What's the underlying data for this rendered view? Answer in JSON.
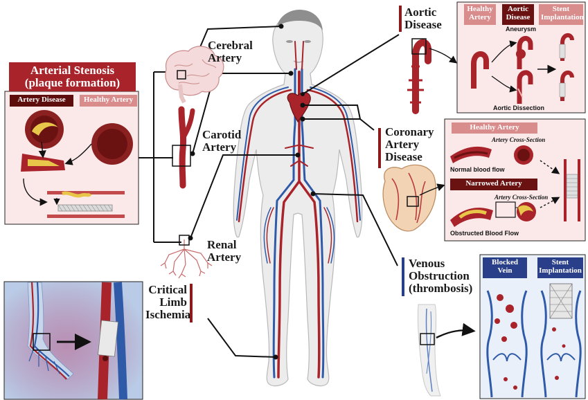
{
  "colors": {
    "artery": "#a8232a",
    "vein": "#2f5aa8",
    "dark_red": "#7a1c1c",
    "pink_tag": "#d98c8c",
    "panel_bg": "#fbe9ea",
    "body_fill": "#eeeeee",
    "label_bar_red": "#8b1a1a",
    "label_bar_blue": "#2a3f8a"
  },
  "labels": {
    "cerebral": "Cerebral Artery",
    "carotid": "Carotid Artery",
    "renal": "Renal Artery",
    "aortic": "Aortic Disease",
    "coronary": "Coronary Artery Disease",
    "venous": "Venous Obstruction (thrombosis)",
    "critical": "Critical Limb Ischemia"
  },
  "stenosis_panel": {
    "title_line1": "Arterial Stenosis",
    "title_line2": "(plaque formation)",
    "tag_disease": "Artery Disease",
    "tag_healthy": "Healthy Artery"
  },
  "aortic_panel": {
    "tag_healthy": "Healthy Artery",
    "tag_disease": "Aortic Disease",
    "tag_stent": "Stent Implantation",
    "aneurysm": "Aneurysm",
    "dissection": "Aortic Dissection"
  },
  "coronary_panel": {
    "tag_healthy": "Healthy Artery",
    "tag_narrowed": "Narrowed Artery",
    "cross_section_1": "Artery Cross-Section",
    "cross_section_2": "Artery Cross-Section",
    "normal_flow": "Normal blood flow",
    "obstructed_flow": "Obstructed Blood Flow"
  },
  "venous_panel": {
    "tag_blocked": "Blocked Vein",
    "tag_stent": "Stent Implantation"
  }
}
